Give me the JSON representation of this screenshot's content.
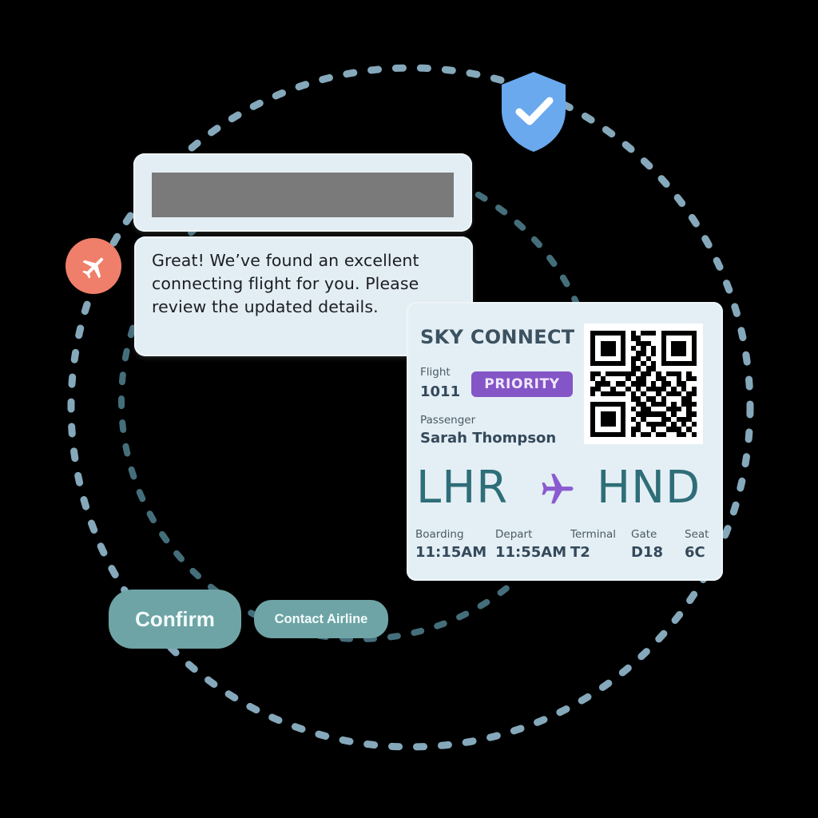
{
  "colors": {
    "background": "#000000",
    "card": "#e3eef4",
    "brand_text": "#3c5260",
    "route_text": "#2e6e78",
    "priority_badge": "#8455c6",
    "plane_route_icon": "#8a5bd0",
    "button": "#6ea4a5",
    "shield": "#6aa9ee",
    "plane_badge": "#ef7f6a",
    "outer_ring": "#9cc6dc",
    "inner_ring": "#4c7a88"
  },
  "top_card": {
    "redacted": true
  },
  "message": {
    "text": "Great! We’ve found an excellent connecting flight for you. Please review the updated details."
  },
  "boarding_pass": {
    "airline": "SKY CONNECT",
    "flight_label": "Flight",
    "flight_number": "1011",
    "badge": "PRIORITY",
    "passenger_label": "Passenger",
    "passenger_name": "Sarah Thompson",
    "origin": "LHR",
    "destination": "HND",
    "details": [
      {
        "label": "Boarding",
        "value": "11:15AM"
      },
      {
        "label": "Depart",
        "value": "11:55AM"
      },
      {
        "label": "Terminal",
        "value": "T2"
      },
      {
        "label": "Gate",
        "value": "D18"
      },
      {
        "label": "Seat",
        "value": "6C"
      }
    ],
    "qr_icon": "qr-code"
  },
  "actions": {
    "confirm_label": "Confirm",
    "contact_label": "Contact Airline"
  },
  "icons": {
    "shield": "shield-check-icon",
    "plane_badge": "airplane-icon",
    "route_plane": "airplane-icon"
  },
  "qr_matrix": [
    "111111101011101111111",
    "100000101100001000001",
    "101110100111001011101",
    "101110101010101011101",
    "101110100110101011101",
    "100000101101001000001",
    "111111101010101111111",
    "000000001101100000000",
    "110111111011010111010",
    "101000010110011001011",
    "011101101110101101100",
    "110010010101111010101",
    "101111101010010111011",
    "000000001101101000110",
    "111111100110111010111",
    "100000101011000111010",
    "101110100111111010011",
    "101110101010001101110",
    "101110100101111010101",
    "100000101100100111010",
    "111111101011011001101"
  ]
}
